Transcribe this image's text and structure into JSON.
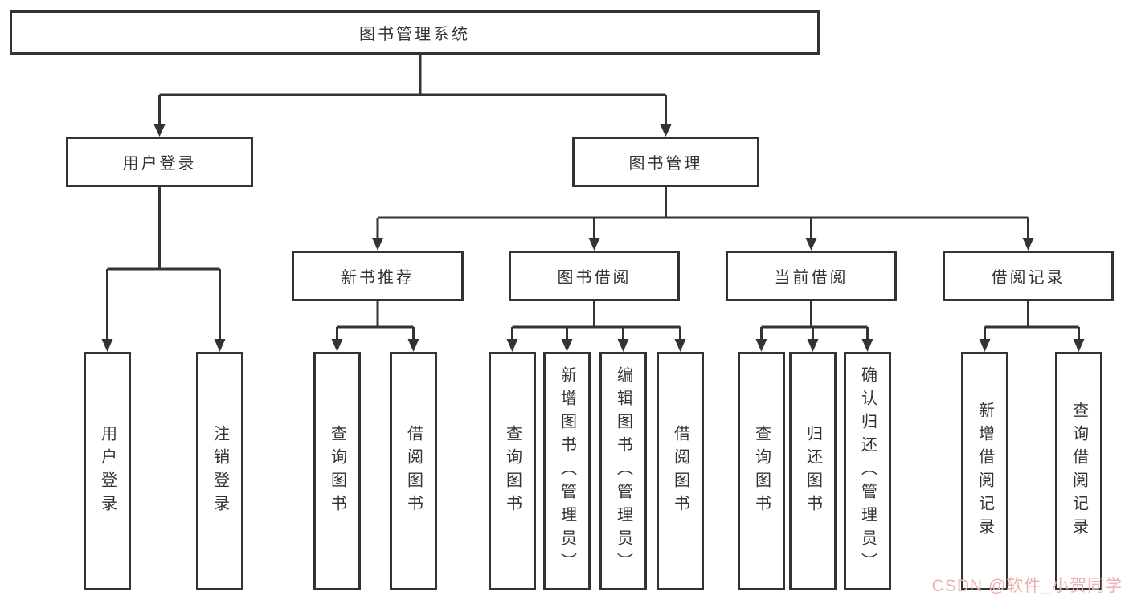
{
  "diagram": {
    "type": "hierarchy-tree",
    "root": {
      "label": "图书管理系统"
    },
    "branches": {
      "user_login": {
        "label": "用户登录",
        "children": [
          "用户登录",
          "注销登录"
        ]
      },
      "book_management": {
        "label": "图书管理",
        "children": {
          "new_book_recommend": {
            "label": "新书推荐",
            "children": [
              "查询图书",
              "借阅图书"
            ]
          },
          "book_borrow": {
            "label": "图书借阅",
            "children": [
              "查询图书",
              "新增图书（管理员）",
              "编辑图书（管理员）",
              "借阅图书"
            ]
          },
          "current_borrow": {
            "label": "当前借阅",
            "children": [
              "查询图书",
              "归还图书",
              "确认归还（管理员）"
            ]
          },
          "borrow_records": {
            "label": "借阅记录",
            "children": [
              "新增借阅记录",
              "查询借阅记录"
            ]
          }
        }
      }
    },
    "colors": {
      "box_border": "#333333",
      "connector_line": "#333333",
      "text": "#333333",
      "background": "#ffffff"
    }
  },
  "watermark": {
    "text": "CSDN @软件_小贺同学",
    "color": "#eab2ae"
  }
}
